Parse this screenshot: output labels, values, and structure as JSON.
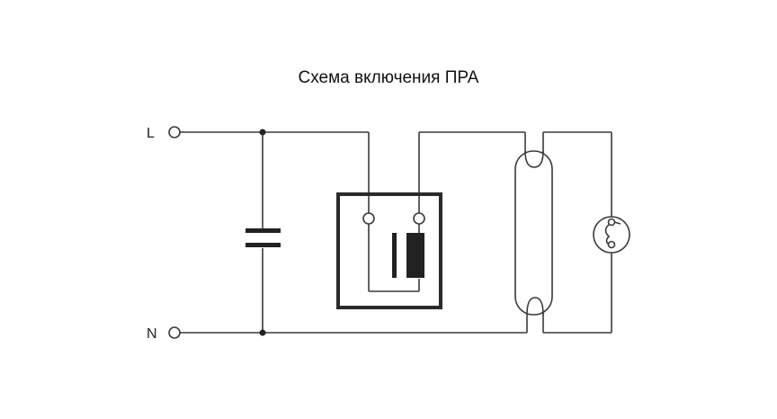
{
  "diagram": {
    "title": "Схема включения ПРА",
    "terminals": {
      "line_label": "L",
      "neutral_label": "N"
    },
    "colors": {
      "wire": "#3a3a3a",
      "fill": "#222222",
      "background": "#ffffff"
    },
    "components": [
      "capacitor-icon",
      "ballast-icon",
      "fluorescent-lamp-icon",
      "starter-icon"
    ]
  }
}
